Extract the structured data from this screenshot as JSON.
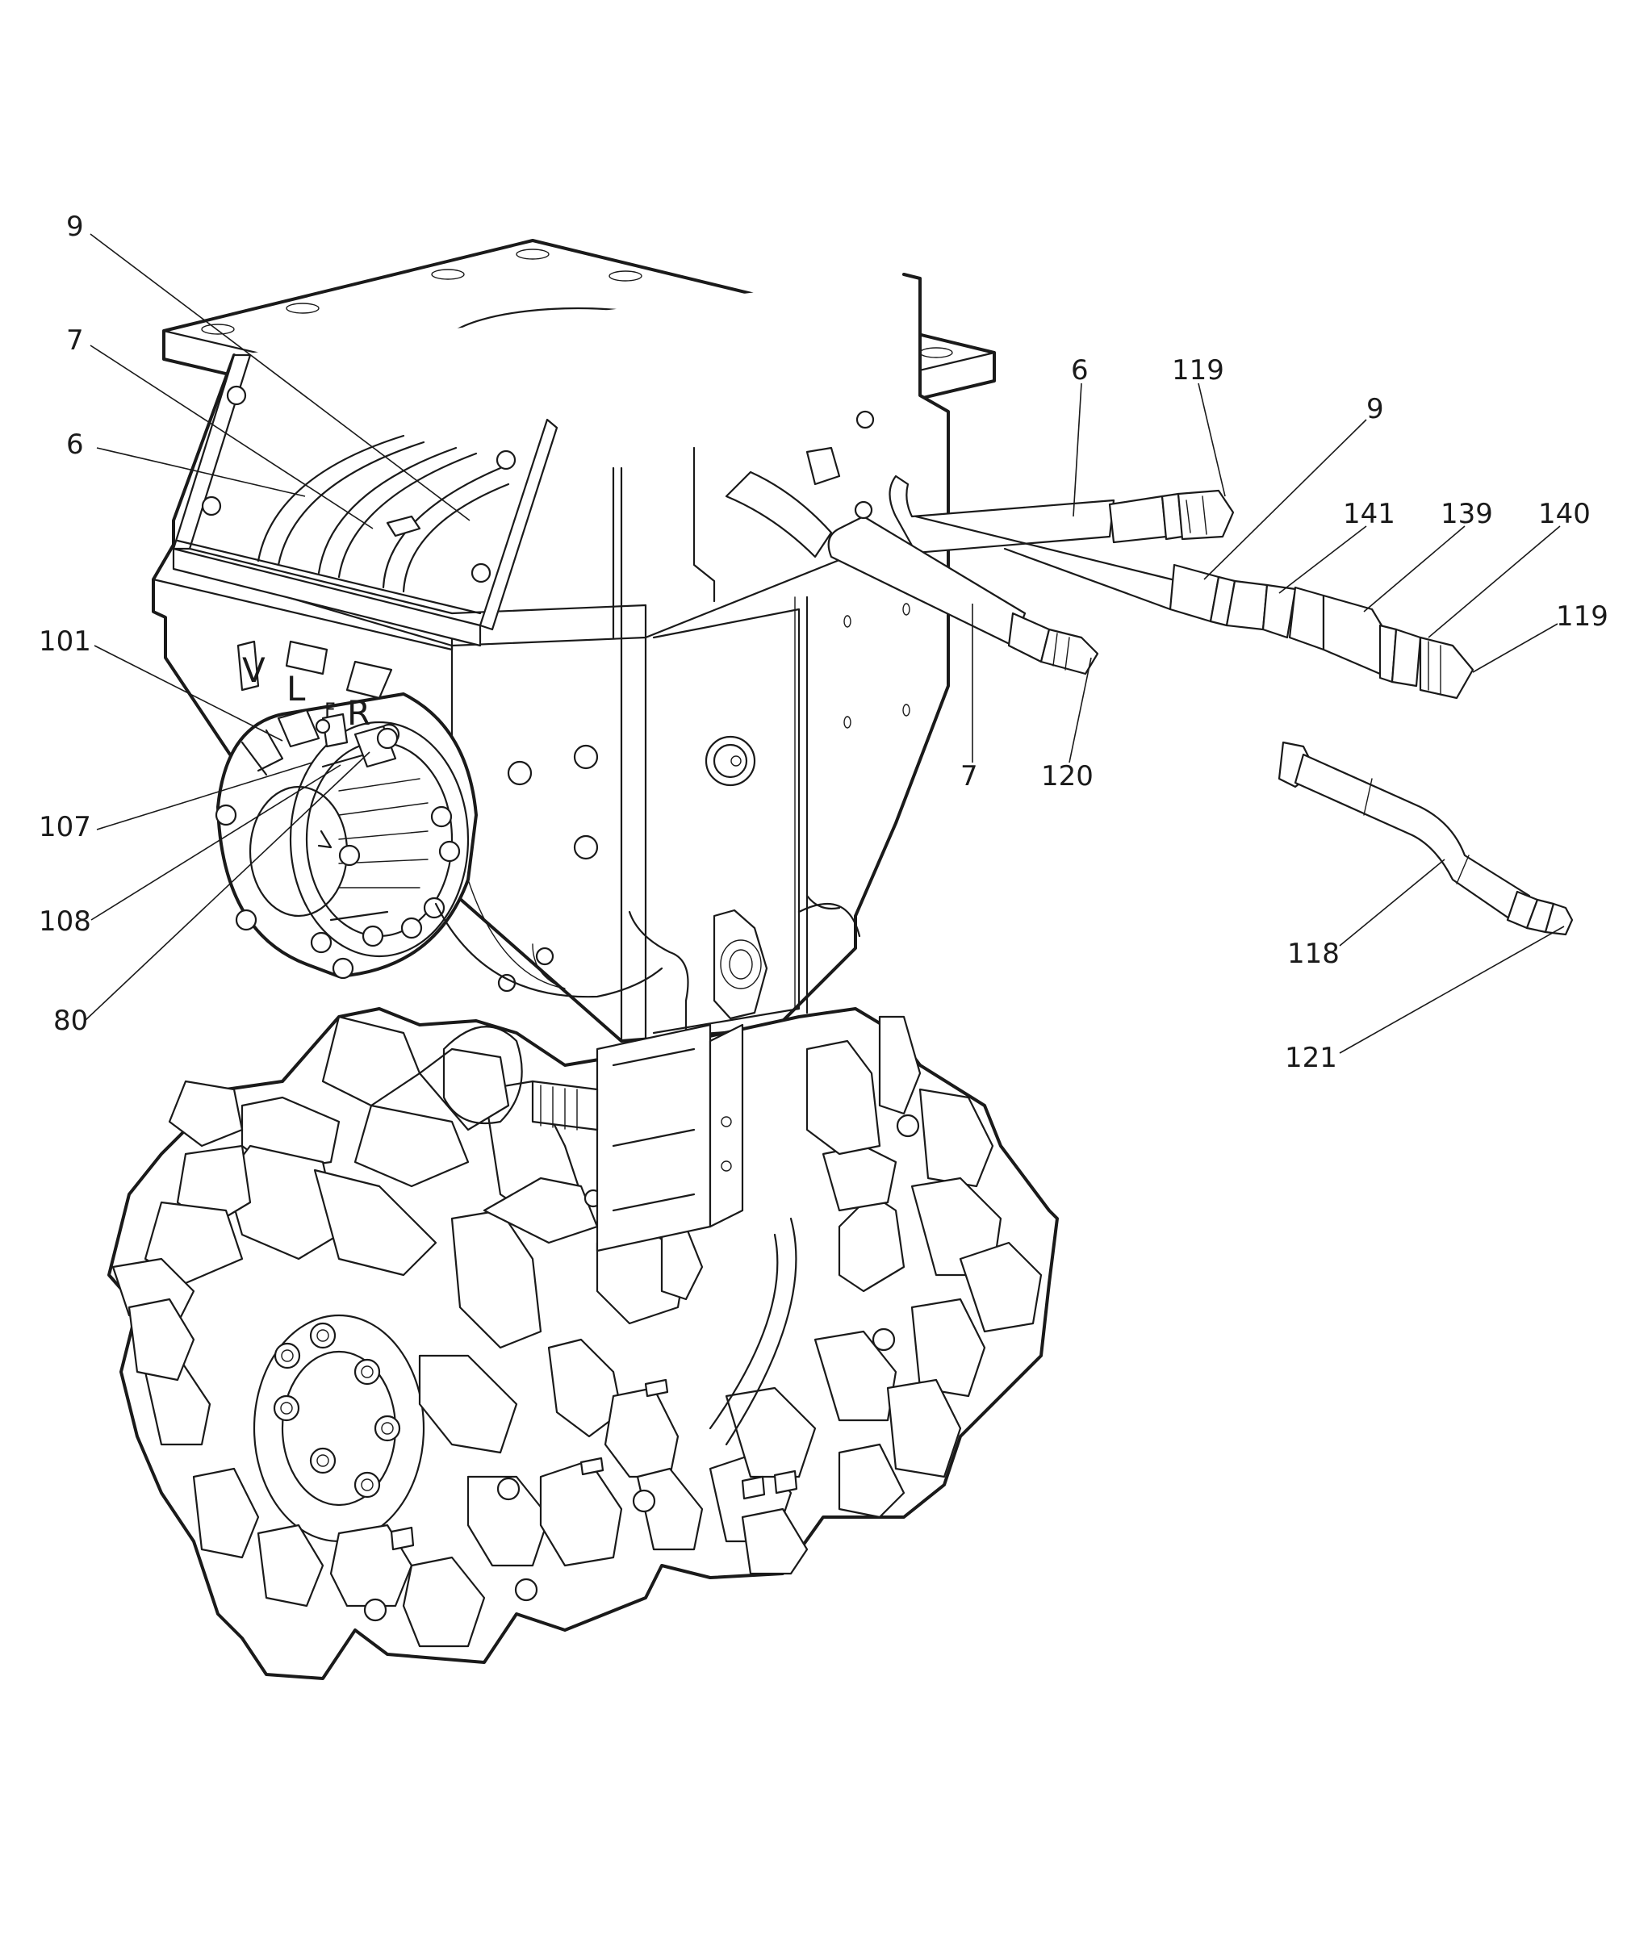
{
  "figure": {
    "labels": {
      "l9a": "9",
      "l7a": "7",
      "l6a": "6",
      "l101": "101",
      "l107": "107",
      "l108": "108",
      "l80": "80",
      "l6b": "6",
      "l119a": "119",
      "l9b": "9",
      "l141": "141",
      "l139": "139",
      "l140": "140",
      "l119b": "119",
      "l7b": "7",
      "l120": "120",
      "l118": "118",
      "l121": "121"
    },
    "port_marks": {
      "v": "V",
      "l": "L",
      "f": "F",
      "r": "R"
    }
  }
}
